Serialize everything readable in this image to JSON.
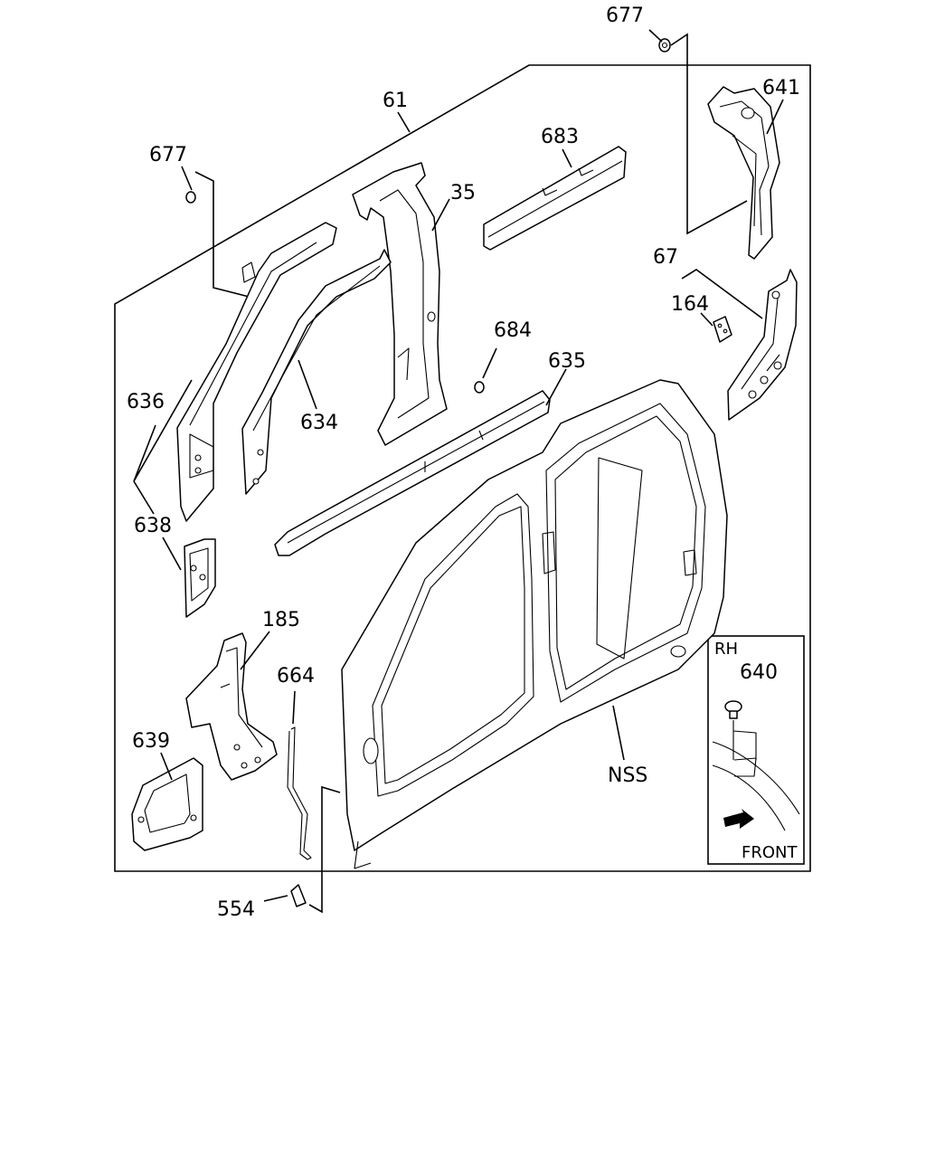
{
  "labels": {
    "l677_top": "677",
    "l641": "641",
    "l61": "61",
    "l683": "683",
    "l677_left": "677",
    "l35": "35",
    "l67": "67",
    "l164": "164",
    "l684": "684",
    "l635": "635",
    "l636": "636",
    "l634": "634",
    "l638": "638",
    "l185": "185",
    "l664": "664",
    "l639": "639",
    "lNSS": "NSS",
    "l554": "554"
  },
  "inset": {
    "side": "RH",
    "part": "640",
    "direction": "FRONT"
  }
}
